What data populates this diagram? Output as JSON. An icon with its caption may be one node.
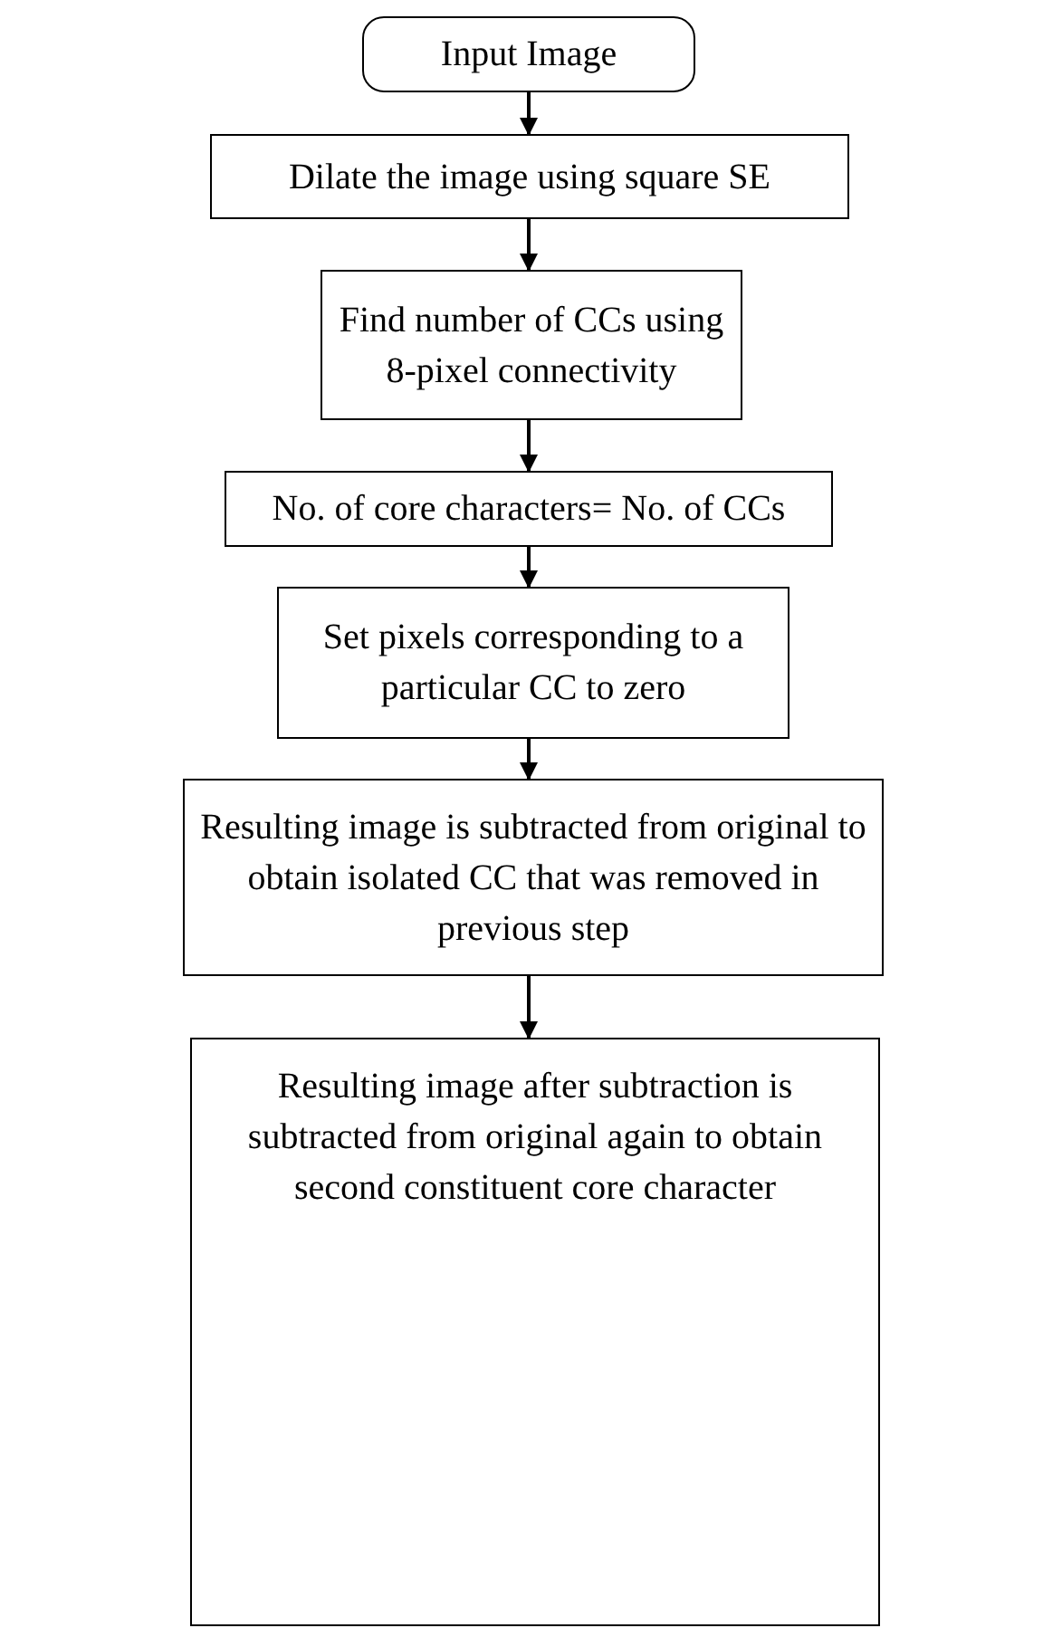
{
  "diagram": {
    "nodes": [
      {
        "text": [
          "Input Image"
        ]
      },
      {
        "text": [
          "Dilate the image using square SE"
        ]
      },
      {
        "text": [
          "Find number of CCs using 8-pixel connectivity"
        ]
      },
      {
        "text": [
          "No. of core characters= No. of CCs"
        ]
      },
      {
        "text": [
          "Set pixels corresponding to a particular CC to zero"
        ]
      },
      {
        "text": [
          "Resulting image is subtracted from original to obtain isolated CC that was removed in previous step"
        ]
      },
      {
        "text": [
          "Resulting image after subtraction is subtracted from original again to obtain second constituent core character"
        ]
      }
    ],
    "edges": [
      {
        "from": 0,
        "to": 1,
        "arrow": "to"
      },
      {
        "from": 1,
        "to": 2,
        "arrow": "to"
      },
      {
        "from": 2,
        "to": 3,
        "arrow": "to"
      },
      {
        "from": 3,
        "to": 4,
        "arrow": "to"
      },
      {
        "from": 4,
        "to": 5,
        "arrow": "to"
      },
      {
        "from": 5,
        "to": 6,
        "arrow": "to"
      }
    ]
  }
}
